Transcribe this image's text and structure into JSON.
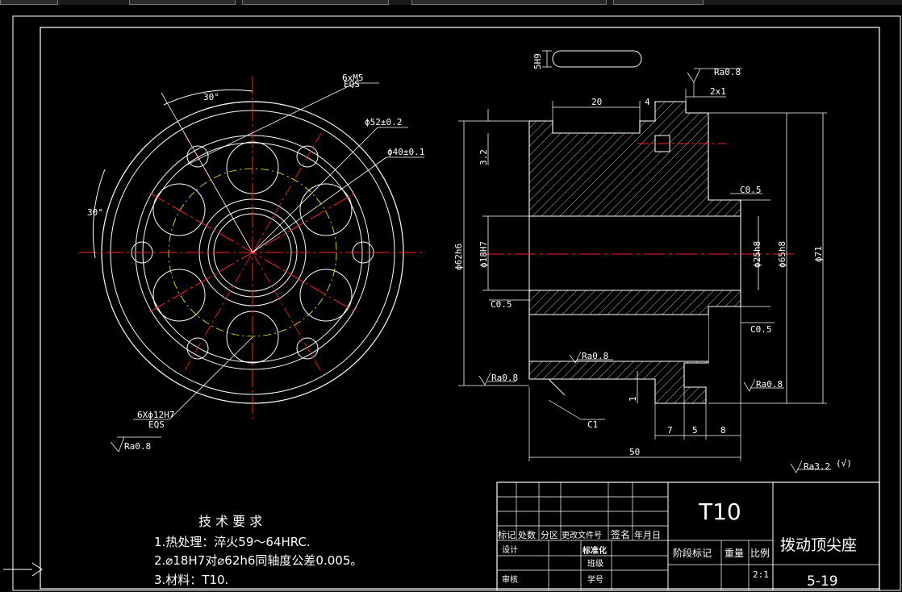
{
  "front_view": {
    "angle_top": "30°",
    "angle_left": "30°",
    "thread_callout": "6xM5",
    "thread_sub": "EQS",
    "dia_52": "ϕ52±0.2",
    "dia_40": "ϕ40±0.1",
    "holes_callout": "6Xϕ12H7",
    "holes_sub": "EQS",
    "roughness": "Ra0.8"
  },
  "section_view": {
    "keyway": "5H9",
    "dim_20": "20",
    "dim_4": "4",
    "chamfer_2x1": "2x1",
    "ra_top": "Ra0.8",
    "dim_3_2": "3.2",
    "dia_62h6": "ϕ62h6",
    "dia_18H7": "ϕ18H7",
    "c05_left": "C0.5",
    "c05_right_top": "C0.5",
    "c05_right_mid": "C0.5",
    "dia_25h8": "ϕ25h8",
    "dia_65h8": "ϕ65h8",
    "dia_71": "ϕ71",
    "ra_bore": "Ra0.8",
    "ra_left": "Ra0.8",
    "ra_right": "Ra0.8",
    "dim_1": "1",
    "c1": "C1",
    "dim_7": "7",
    "dim_5": "5",
    "dim_8": "8",
    "dim_50": "50",
    "ra_general": "Ra3.2",
    "ra_general_suffix": "(√)"
  },
  "tech_req": {
    "title": "技 术 要 求",
    "line1": "1.热处理：淬火59～64HRC.",
    "line2": "2.⌀18H7对⌀62h6同轴度公差0.005。",
    "line3": "3.材料：T10."
  },
  "title_block": {
    "material": "T10",
    "part_name": "拨动顶尖座",
    "drawing_no": "5-19",
    "h_mark": "标记",
    "h_count": "处数",
    "h_zone": "分区",
    "h_change": "更改文件号",
    "h_sign": "签名",
    "h_date": "年月日",
    "r_design": "设计",
    "r_std": "标准化",
    "r_class": "班级",
    "r_review": "审核",
    "r_id": "学号",
    "stage": "阶段标记",
    "weight": "重量",
    "scale_label": "比例",
    "scale": "2:1"
  }
}
